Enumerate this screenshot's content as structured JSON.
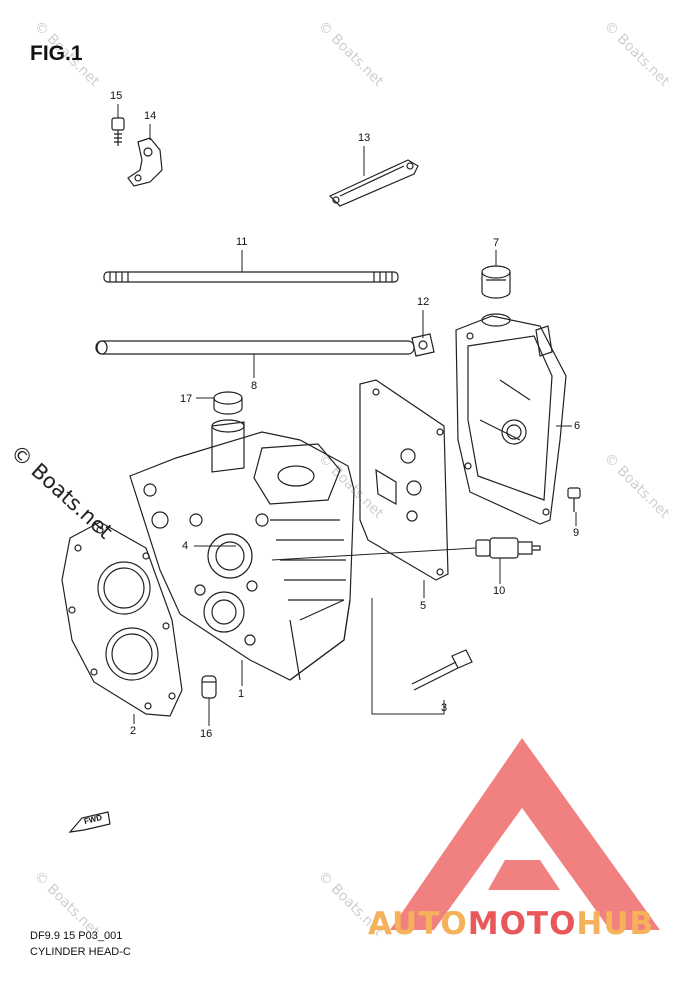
{
  "figure": {
    "title": "FIG.1",
    "code": "DF9.9 15 P03_001",
    "name": "CYLINDER HEAD-C",
    "fwd_label": "FWD"
  },
  "callouts": {
    "c1": "1",
    "c2": "2",
    "c3": "3",
    "c4": "4",
    "c5": "5",
    "c6": "6",
    "c7": "7",
    "c8": "8",
    "c9": "9",
    "c10": "10",
    "c11": "11",
    "c12": "12",
    "c13": "13",
    "c14": "14",
    "c15": "15",
    "c16": "16",
    "c17": "17"
  },
  "watermark": {
    "small": "© Boats.net",
    "large": "© Boats.net"
  },
  "logo": {
    "part1": "AUTO",
    "part2": "MOTO",
    "part3": "HUB",
    "colors": {
      "triangle": "#ef6b6b",
      "text_orange": "#f5b25a",
      "text_red": "#e8585a"
    }
  }
}
